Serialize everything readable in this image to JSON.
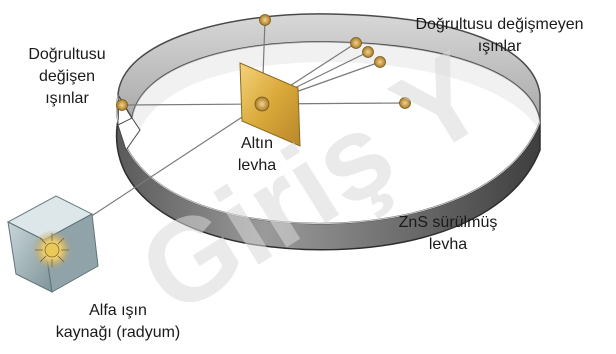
{
  "labels": {
    "deflected_rays": [
      "Doğrultusu",
      "değişen",
      "ışınlar"
    ],
    "undeflected_rays": [
      "Doğrultusu değişmeyen",
      "ışınlar"
    ],
    "gold_foil": [
      "Altın",
      "levha"
    ],
    "zns_screen": [
      "ZnS sürülmüş",
      "levha"
    ],
    "alpha_source": [
      "Alfa ışın",
      "kaynağı (radyum)"
    ]
  },
  "watermark": {
    "text": "Giriş Y",
    "color": "#d9d9d9"
  },
  "colors": {
    "ring_dark": "#555555",
    "ring_light": "#bdbdbd",
    "gold": "#e0b040",
    "spot": "#c89a3a",
    "box": "#8fa3a8"
  }
}
